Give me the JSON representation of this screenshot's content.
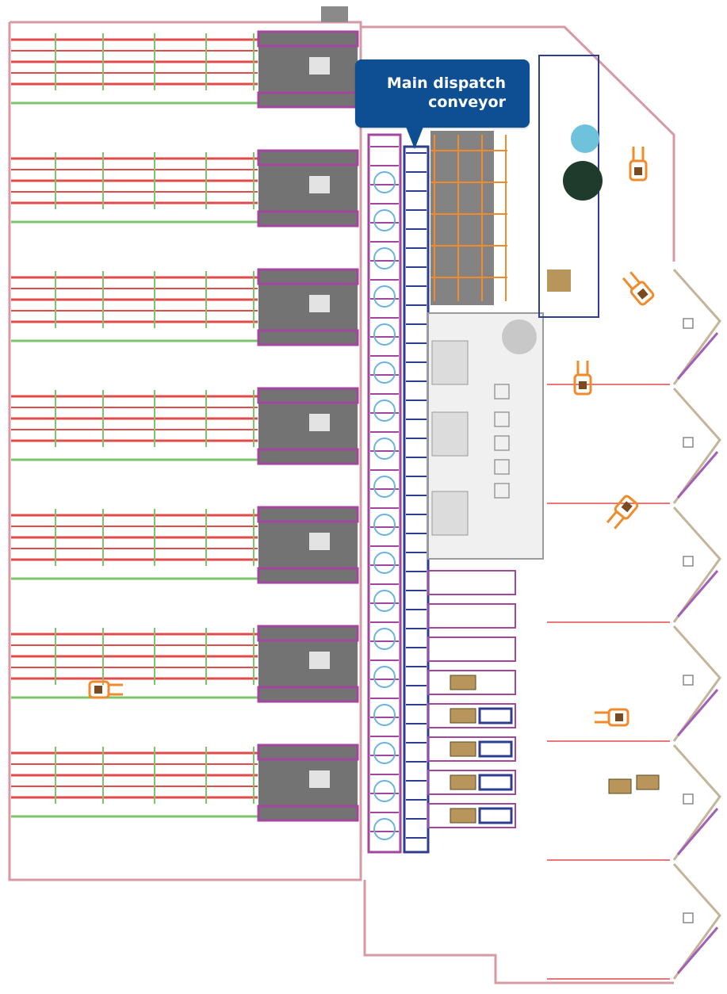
{
  "annotation": {
    "callout_line1": "Main dispatch",
    "callout_line2": "conveyor",
    "callout_color": "#0d4f92"
  },
  "legend_colors": {
    "rack_lines": "#e24a4a",
    "aisle_lines": "#7dc56b",
    "conveyor": "#a3469e",
    "conveyor_dark": "#2e3d8f",
    "workstation": "#5a5a5a",
    "forklift": "#f08a2a",
    "wall": "#d69aa4"
  },
  "icons": [
    "forklift-icon",
    "pallet-icon",
    "dock-door-icon"
  ],
  "dock_door_count": 6,
  "forklift_count": 6
}
